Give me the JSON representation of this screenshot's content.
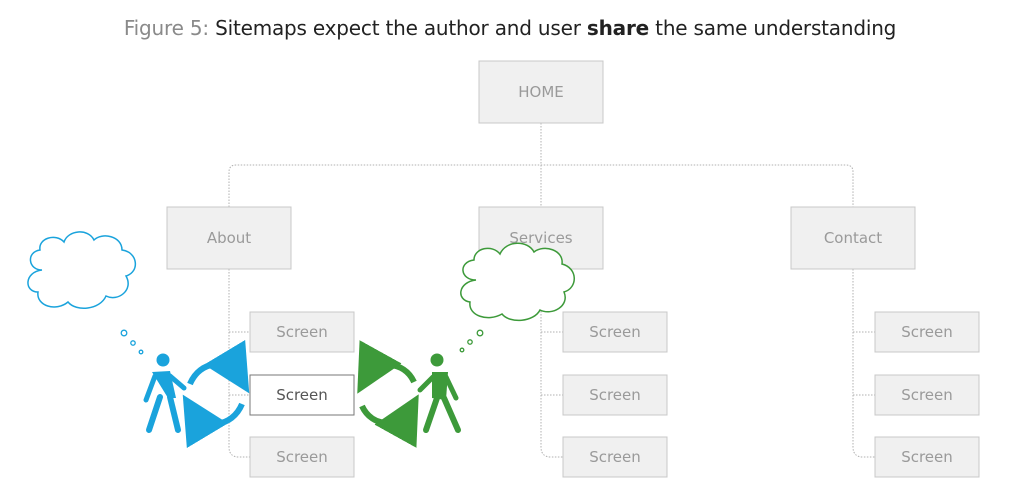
{
  "title": {
    "figure_label": "Figure 5:",
    "text_before": "Sitemaps expect the author and user",
    "text_bold": "share",
    "text_after": "the same understanding"
  },
  "nodes": {
    "home": "HOME",
    "about": "About",
    "services": "Services",
    "contact": "Contact",
    "about_screens": [
      "Screen",
      "Screen",
      "Screen"
    ],
    "services_screens": [
      "Screen",
      "Screen",
      "Screen"
    ],
    "contact_screens": [
      "Screen",
      "Screen",
      "Screen"
    ]
  },
  "colors": {
    "author": "#1aa3dc",
    "user": "#3d9a3a",
    "box_fill": "#f0f0f0",
    "box_stroke": "#c8c8c8",
    "connector": "#b0b0b0"
  },
  "icons": {
    "author_figure": "walking-person-icon",
    "user_figure": "walking-person-icon",
    "author_thought": "thought-cloud-icon",
    "user_thought": "thought-cloud-icon",
    "author_cycle": "cycle-arrows-icon",
    "user_cycle": "cycle-arrows-icon"
  }
}
